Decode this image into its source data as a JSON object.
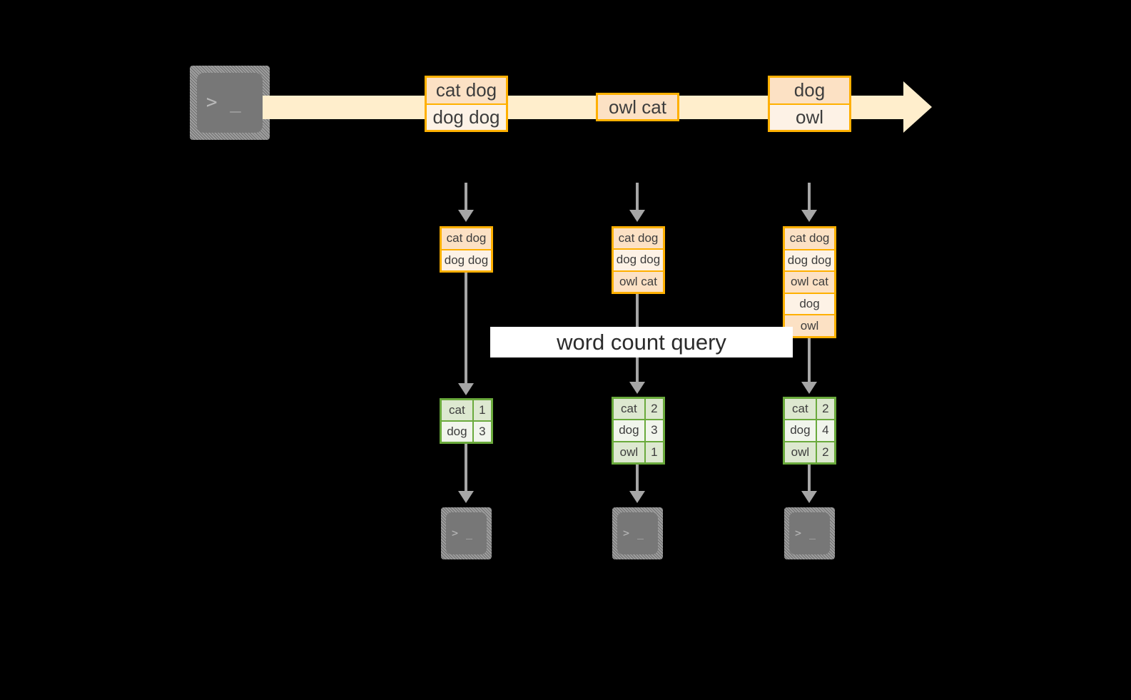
{
  "diagram": {
    "title_label": "word count query",
    "colors": {
      "stream_band": "#ffeecc",
      "record_border": "#ffb000",
      "record_fill_dark": "#fce1c4",
      "record_fill_light": "#fdf2e6",
      "table_border": "#6aaa3c",
      "table_fill_dark": "#dde8d0",
      "table_fill_light": "#f1f5ec",
      "connector": "#a6a6a6",
      "terminal_body": "#777777",
      "background": "#000000"
    },
    "terminal_glyph": "> _",
    "source": {
      "name": "source-terminal",
      "glyph": "> _"
    },
    "stream": {
      "name": "input-stream-arrow",
      "records": [
        {
          "lines": [
            "cat dog",
            "dog dog"
          ]
        },
        {
          "lines": [
            "owl cat"
          ]
        },
        {
          "lines": [
            "dog",
            "owl"
          ]
        }
      ]
    },
    "snapshots": [
      {
        "id": "snapshot-1",
        "accumulated": [
          "cat dog",
          "dog dog"
        ],
        "counts": [
          {
            "word": "cat",
            "count": "1"
          },
          {
            "word": "dog",
            "count": "3"
          }
        ],
        "sink_glyph": "> _"
      },
      {
        "id": "snapshot-2",
        "accumulated": [
          "cat dog",
          "dog dog",
          "owl cat"
        ],
        "counts": [
          {
            "word": "cat",
            "count": "2"
          },
          {
            "word": "dog",
            "count": "3"
          },
          {
            "word": "owl",
            "count": "1"
          }
        ],
        "sink_glyph": "> _"
      },
      {
        "id": "snapshot-3",
        "accumulated": [
          "cat dog",
          "dog dog",
          "owl cat",
          "dog",
          "owl"
        ],
        "counts": [
          {
            "word": "cat",
            "count": "2"
          },
          {
            "word": "dog",
            "count": "4"
          },
          {
            "word": "owl",
            "count": "2"
          }
        ],
        "sink_glyph": "> _"
      }
    ]
  }
}
